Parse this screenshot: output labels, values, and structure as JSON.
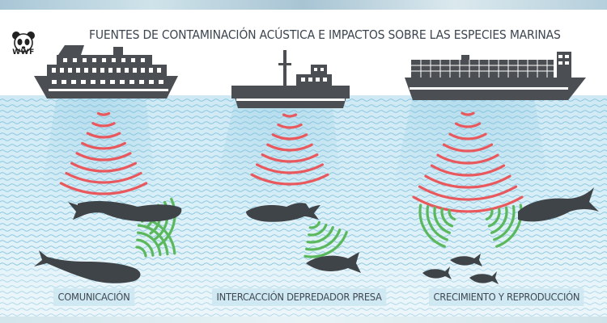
{
  "logo": {
    "text": "WWF",
    "icon": "panda-logo-icon"
  },
  "title": "FUENTES DE CONTAMINACIÓN ACÚSTICA E IMPACTOS SOBRE LAS ESPECIES MARINAS",
  "labels": {
    "left": "COMUNICACIÓN",
    "middle": "INTERCACCIÓN DEPREDADOR PRESA",
    "right": "CRECIMIENTO Y REPRODUCCIÓN"
  },
  "colors": {
    "ship": "#4b4f53",
    "animal": "#3f4448",
    "ship_sound": "#e8585c",
    "animal_sound": "#5cb85c",
    "water_lines": "#7fc0dc",
    "water_bg": "#d6ecf5",
    "label_bg": "#cde8f2",
    "title_text": "#3d4650"
  }
}
